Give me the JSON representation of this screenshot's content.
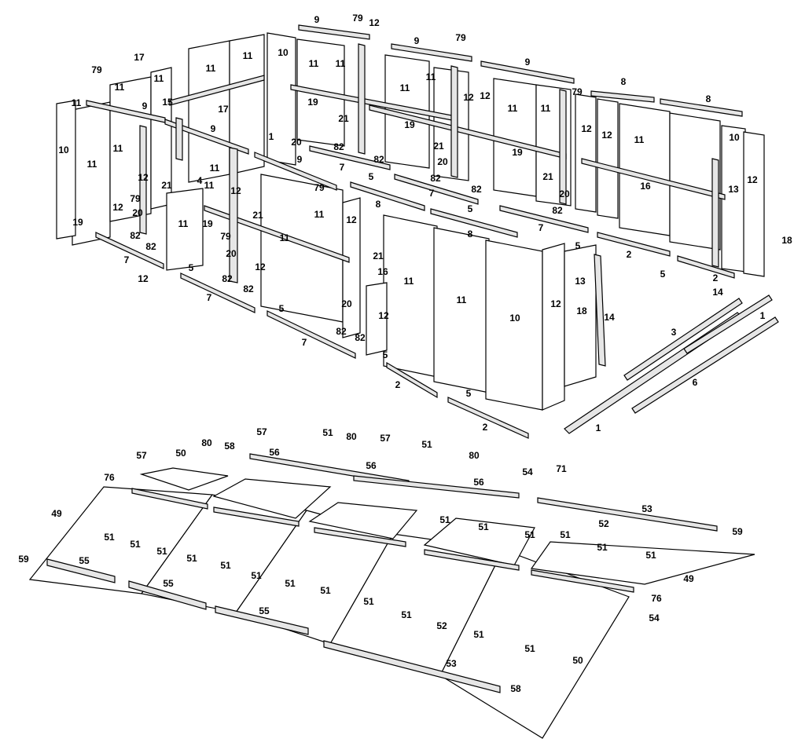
{
  "diagram": {
    "labels": [
      {
        "text": "9"
      },
      {
        "text": "79"
      },
      {
        "text": "12"
      },
      {
        "text": "9"
      },
      {
        "text": "79"
      },
      {
        "text": "9"
      },
      {
        "text": "8"
      },
      {
        "text": "8"
      },
      {
        "text": "79"
      },
      {
        "text": "17"
      },
      {
        "text": "11"
      },
      {
        "text": "11"
      },
      {
        "text": "11"
      },
      {
        "text": "10"
      },
      {
        "text": "11"
      },
      {
        "text": "11"
      },
      {
        "text": "11"
      },
      {
        "text": "11"
      },
      {
        "text": "12"
      },
      {
        "text": "12"
      },
      {
        "text": "11"
      },
      {
        "text": "11"
      },
      {
        "text": "15"
      },
      {
        "text": "17"
      },
      {
        "text": "9"
      },
      {
        "text": "19"
      },
      {
        "text": "21"
      },
      {
        "text": "19"
      },
      {
        "text": "19"
      },
      {
        "text": "79"
      },
      {
        "text": "11"
      },
      {
        "text": "11"
      },
      {
        "text": "12"
      },
      {
        "text": "12"
      },
      {
        "text": "11"
      },
      {
        "text": "10"
      },
      {
        "text": "16"
      },
      {
        "text": "13"
      },
      {
        "text": "12"
      },
      {
        "text": "18"
      },
      {
        "text": "10"
      },
      {
        "text": "11"
      },
      {
        "text": "11"
      },
      {
        "text": "9"
      },
      {
        "text": "1"
      },
      {
        "text": "20"
      },
      {
        "text": "82"
      },
      {
        "text": "82"
      },
      {
        "text": "21"
      },
      {
        "text": "20"
      },
      {
        "text": "82"
      },
      {
        "text": "21"
      },
      {
        "text": "20"
      },
      {
        "text": "82"
      },
      {
        "text": "9"
      },
      {
        "text": "7"
      },
      {
        "text": "5"
      },
      {
        "text": "7"
      },
      {
        "text": "5"
      },
      {
        "text": "7"
      },
      {
        "text": "5"
      },
      {
        "text": "82"
      },
      {
        "text": "2"
      },
      {
        "text": "5"
      },
      {
        "text": "2"
      },
      {
        "text": "14"
      },
      {
        "text": "19"
      },
      {
        "text": "79"
      },
      {
        "text": "12"
      },
      {
        "text": "21"
      },
      {
        "text": "11"
      },
      {
        "text": "4"
      },
      {
        "text": "12"
      },
      {
        "text": "21"
      },
      {
        "text": "11"
      },
      {
        "text": "79"
      },
      {
        "text": "8"
      },
      {
        "text": "8"
      },
      {
        "text": "12"
      },
      {
        "text": "11"
      },
      {
        "text": "11"
      },
      {
        "text": "12"
      },
      {
        "text": "20"
      },
      {
        "text": "82"
      },
      {
        "text": "82"
      },
      {
        "text": "12"
      },
      {
        "text": "7"
      },
      {
        "text": "5"
      },
      {
        "text": "19"
      },
      {
        "text": "79"
      },
      {
        "text": "21"
      },
      {
        "text": "16"
      },
      {
        "text": "11"
      },
      {
        "text": "11"
      },
      {
        "text": "10"
      },
      {
        "text": "12"
      },
      {
        "text": "13"
      },
      {
        "text": "18"
      },
      {
        "text": "14"
      },
      {
        "text": "20"
      },
      {
        "text": "82"
      },
      {
        "text": "82"
      },
      {
        "text": "12"
      },
      {
        "text": "11"
      },
      {
        "text": "12"
      },
      {
        "text": "20"
      },
      {
        "text": "82"
      },
      {
        "text": "82"
      },
      {
        "text": "7"
      },
      {
        "text": "5"
      },
      {
        "text": "7"
      },
      {
        "text": "5"
      },
      {
        "text": "2"
      },
      {
        "text": "5"
      },
      {
        "text": "2"
      },
      {
        "text": "3"
      },
      {
        "text": "6"
      },
      {
        "text": "1"
      },
      {
        "text": "1"
      },
      {
        "text": "57"
      },
      {
        "text": "50"
      },
      {
        "text": "80"
      },
      {
        "text": "58"
      },
      {
        "text": "57"
      },
      {
        "text": "51"
      },
      {
        "text": "80"
      },
      {
        "text": "57"
      },
      {
        "text": "51"
      },
      {
        "text": "80"
      },
      {
        "text": "56"
      },
      {
        "text": "56"
      },
      {
        "text": "56"
      },
      {
        "text": "54"
      },
      {
        "text": "71"
      },
      {
        "text": "53"
      },
      {
        "text": "76"
      },
      {
        "text": "49"
      },
      {
        "text": "59"
      },
      {
        "text": "51"
      },
      {
        "text": "51"
      },
      {
        "text": "51"
      },
      {
        "text": "51"
      },
      {
        "text": "55"
      },
      {
        "text": "51"
      },
      {
        "text": "51"
      },
      {
        "text": "55"
      },
      {
        "text": "51"
      },
      {
        "text": "51"
      },
      {
        "text": "55"
      },
      {
        "text": "51"
      },
      {
        "text": "51"
      },
      {
        "text": "51"
      },
      {
        "text": "52"
      },
      {
        "text": "51"
      },
      {
        "text": "51"
      },
      {
        "text": "51"
      },
      {
        "text": "52"
      },
      {
        "text": "51"
      },
      {
        "text": "51"
      },
      {
        "text": "51"
      },
      {
        "text": "51"
      },
      {
        "text": "53"
      },
      {
        "text": "58"
      },
      {
        "text": "50"
      },
      {
        "text": "54"
      },
      {
        "text": "76"
      },
      {
        "text": "49"
      },
      {
        "text": "59"
      }
    ]
  }
}
